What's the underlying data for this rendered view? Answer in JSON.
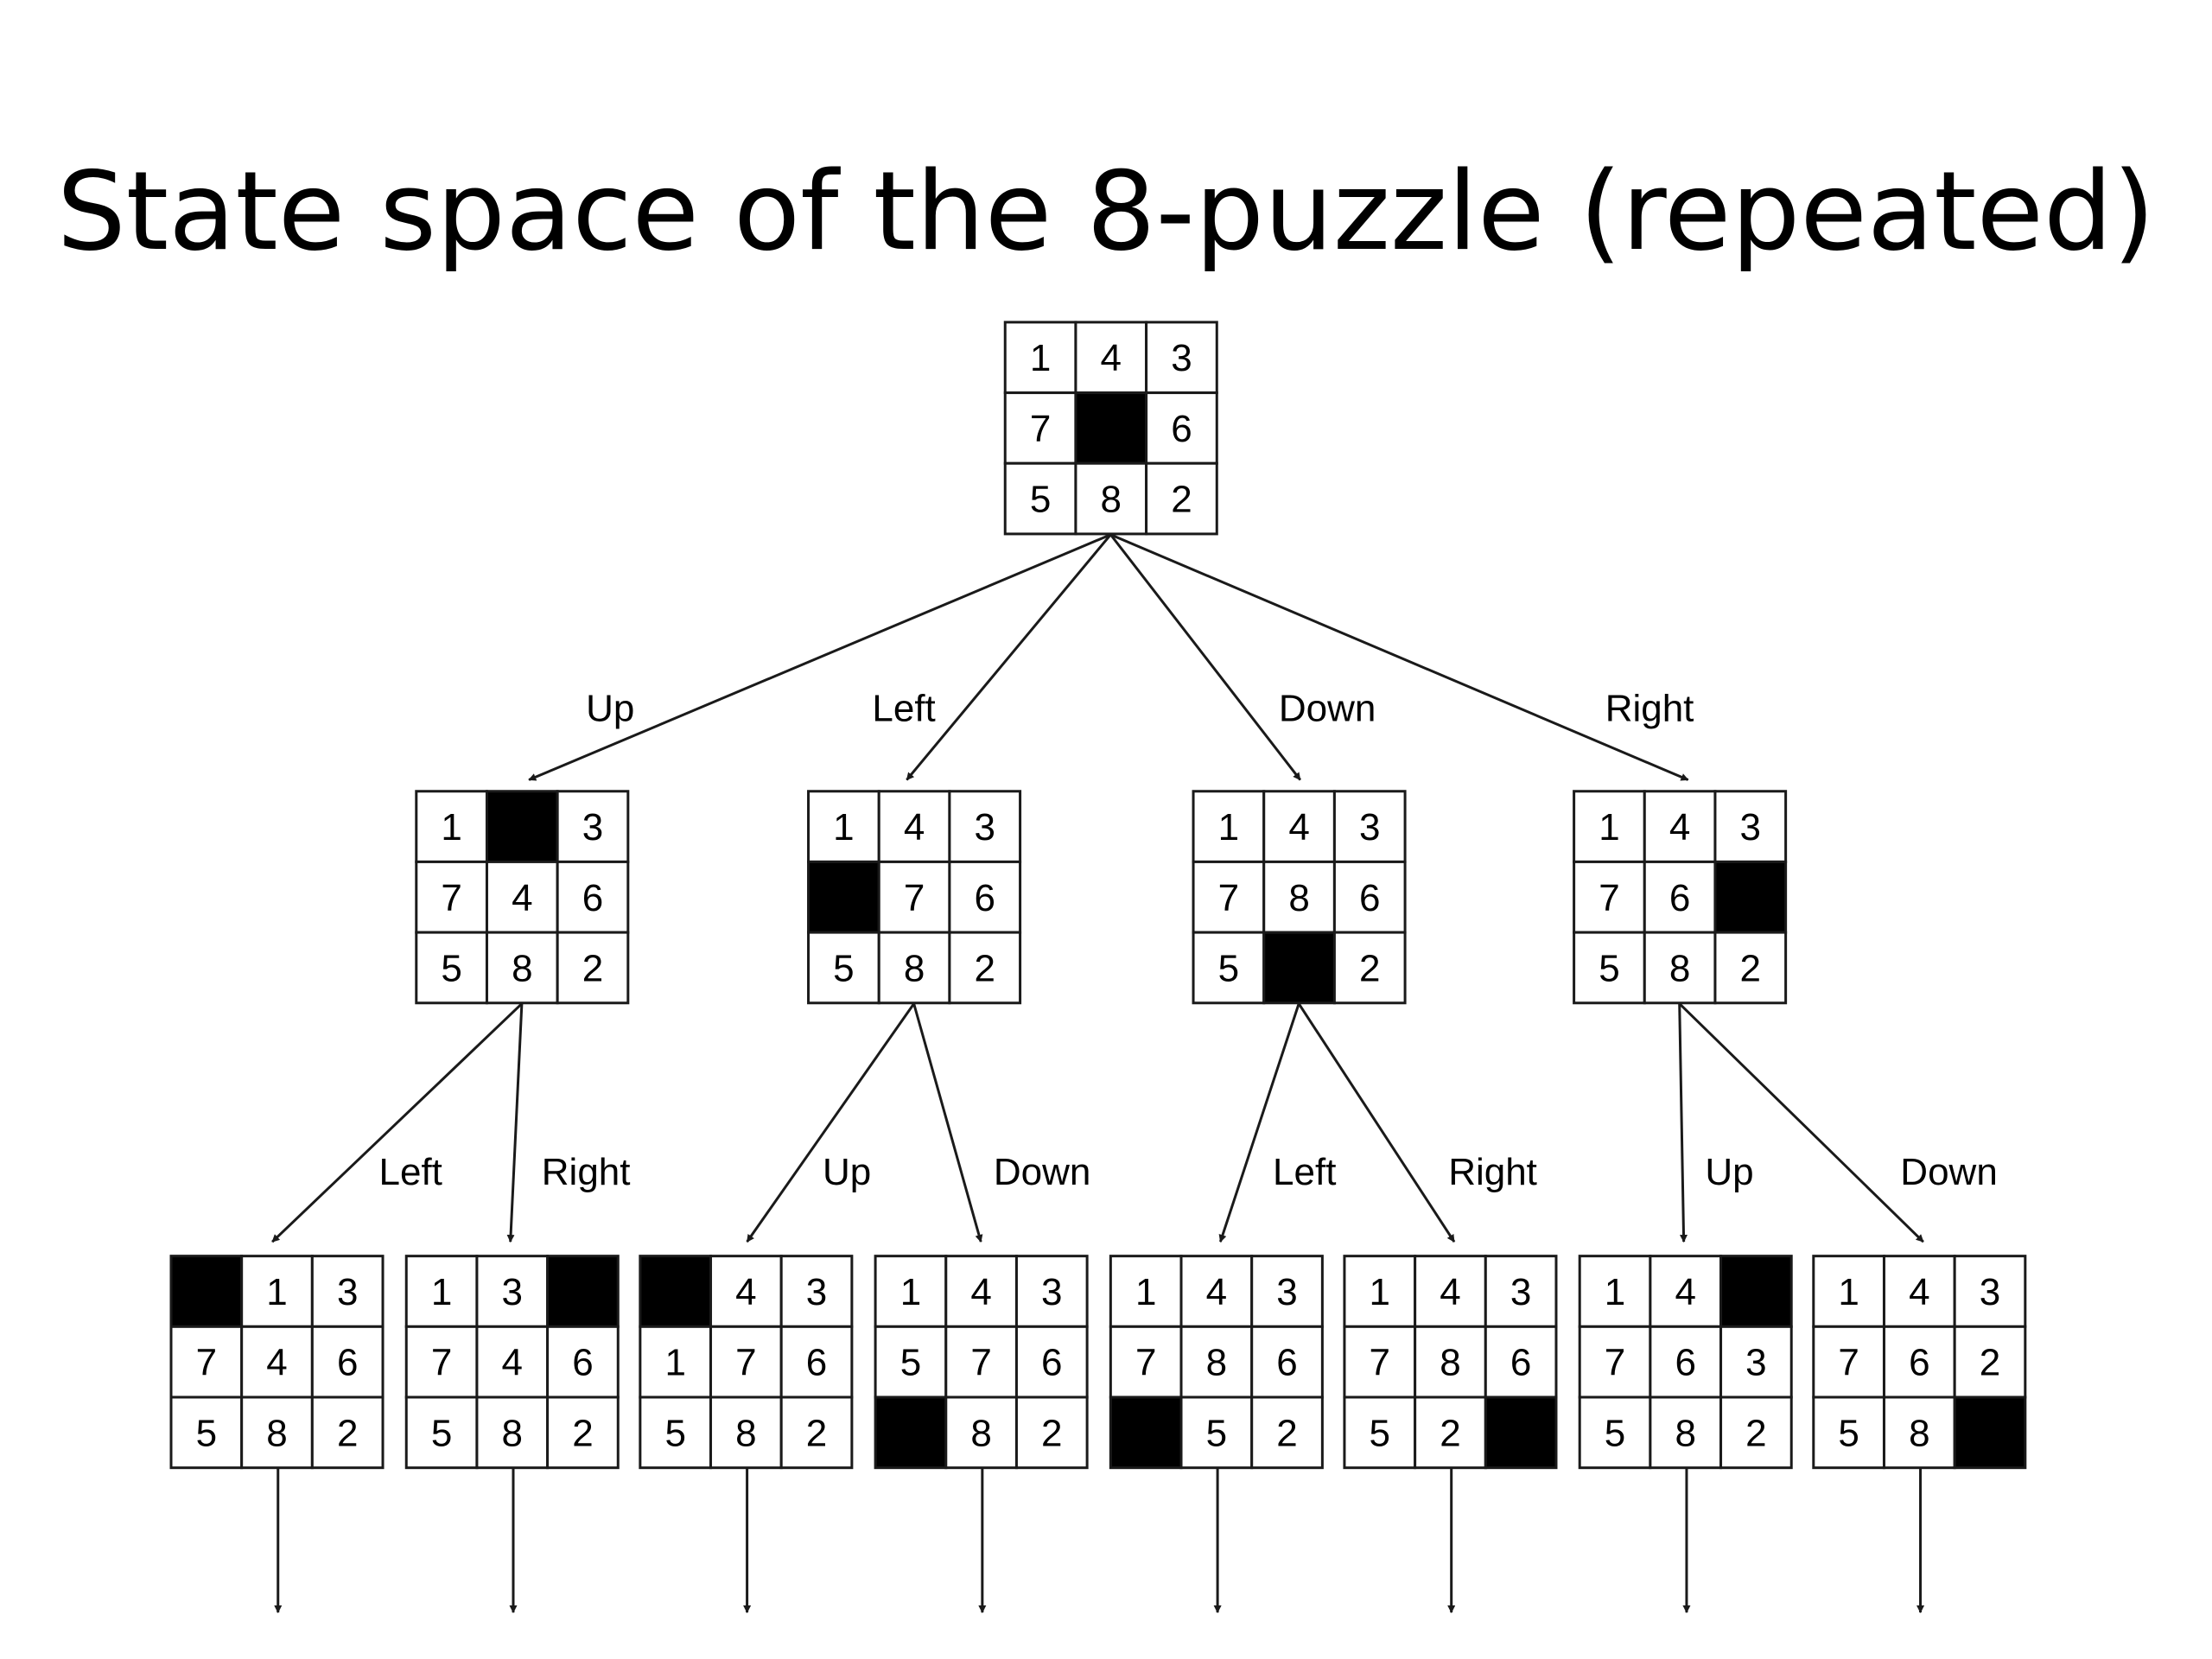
{
  "title": "State space of the 8-puzzle (repeated)",
  "colors": {
    "background": "#ffffff",
    "line": "#1a1a1a",
    "blank_tile": "#000000",
    "tile": "#ffffff",
    "text": "#000000"
  },
  "diagram": {
    "root": {
      "grid": [
        [
          "1",
          "4",
          "3"
        ],
        [
          "7",
          "",
          "6"
        ],
        [
          "5",
          "8",
          "2"
        ]
      ]
    },
    "level1": [
      {
        "move": "Up",
        "grid": [
          [
            "1",
            "",
            "3"
          ],
          [
            "7",
            "4",
            "6"
          ],
          [
            "5",
            "8",
            "2"
          ]
        ]
      },
      {
        "move": "Left",
        "grid": [
          [
            "1",
            "4",
            "3"
          ],
          [
            "",
            "7",
            "6"
          ],
          [
            "5",
            "8",
            "2"
          ]
        ]
      },
      {
        "move": "Down",
        "grid": [
          [
            "1",
            "4",
            "3"
          ],
          [
            "7",
            "8",
            "6"
          ],
          [
            "5",
            "",
            "2"
          ]
        ]
      },
      {
        "move": "Right",
        "grid": [
          [
            "1",
            "4",
            "3"
          ],
          [
            "7",
            "6",
            ""
          ],
          [
            "5",
            "8",
            "2"
          ]
        ]
      }
    ],
    "level2": [
      {
        "parent": 0,
        "move": "Left",
        "grid": [
          [
            "",
            "1",
            "3"
          ],
          [
            "7",
            "4",
            "6"
          ],
          [
            "5",
            "8",
            "2"
          ]
        ]
      },
      {
        "parent": 0,
        "move": "Right",
        "grid": [
          [
            "1",
            "3",
            ""
          ],
          [
            "7",
            "4",
            "6"
          ],
          [
            "5",
            "8",
            "2"
          ]
        ]
      },
      {
        "parent": 1,
        "move": "Up",
        "grid": [
          [
            "",
            "4",
            "3"
          ],
          [
            "1",
            "7",
            "6"
          ],
          [
            "5",
            "8",
            "2"
          ]
        ]
      },
      {
        "parent": 1,
        "move": "Down",
        "grid": [
          [
            "1",
            "4",
            "3"
          ],
          [
            "5",
            "7",
            "6"
          ],
          [
            "",
            "8",
            "2"
          ]
        ]
      },
      {
        "parent": 2,
        "move": "Left",
        "grid": [
          [
            "1",
            "4",
            "3"
          ],
          [
            "7",
            "8",
            "6"
          ],
          [
            "",
            "5",
            "2"
          ]
        ]
      },
      {
        "parent": 2,
        "move": "Right",
        "grid": [
          [
            "1",
            "4",
            "3"
          ],
          [
            "7",
            "8",
            "6"
          ],
          [
            "5",
            "2",
            ""
          ]
        ]
      },
      {
        "parent": 3,
        "move": "Up",
        "grid": [
          [
            "1",
            "4",
            ""
          ],
          [
            "7",
            "6",
            "3"
          ],
          [
            "5",
            "8",
            "2"
          ]
        ]
      },
      {
        "parent": 3,
        "move": "Down",
        "grid": [
          [
            "1",
            "4",
            "3"
          ],
          [
            "7",
            "6",
            "2"
          ],
          [
            "5",
            "8",
            ""
          ]
        ]
      }
    ]
  }
}
